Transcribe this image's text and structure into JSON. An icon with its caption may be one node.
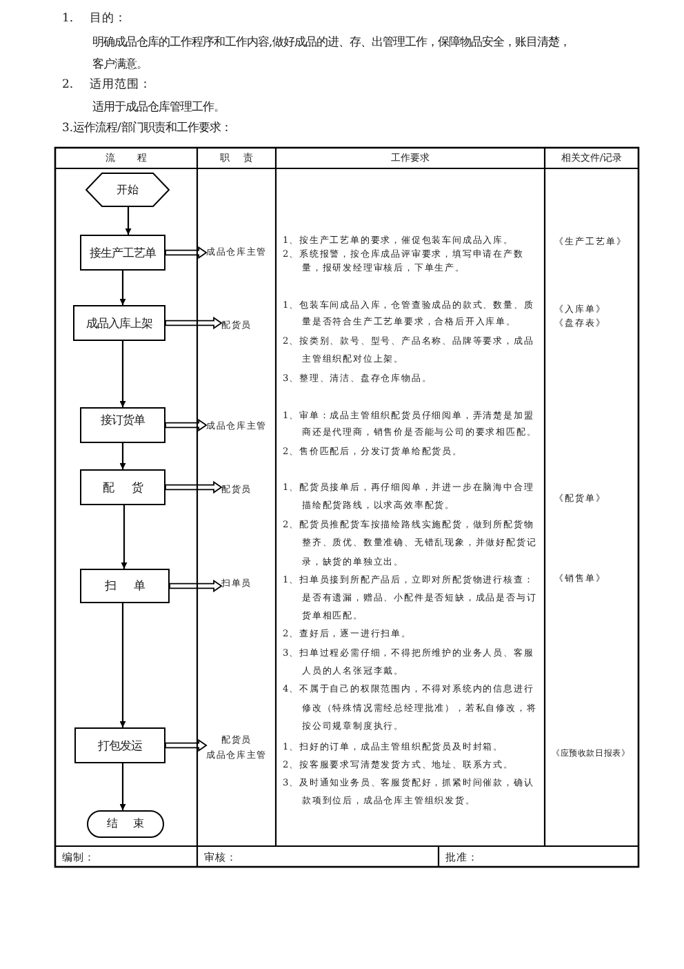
{
  "diagram": {
    "nodes": [
      {
        "text": [
          "开始"
        ]
      },
      {
        "text": [
          "接生产工艺单"
        ]
      },
      {
        "text": [
          "成品仓库主管"
        ]
      },
      {
        "text": [
          "成品入库上架"
        ]
      },
      {
        "text": [
          "配货员"
        ]
      },
      {
        "text": [
          "接订货单"
        ]
      },
      {
        "text": [
          "成品仓库主管"
        ]
      },
      {
        "text": [
          "配 货"
        ]
      },
      {
        "text": [
          "配货员"
        ]
      },
      {
        "text": [
          "扫 单"
        ]
      },
      {
        "text": [
          "扫单员"
        ]
      },
      {
        "text": [
          "打包发运"
        ]
      },
      {
        "text": [
          "配货员",
          "成品仓库主管"
        ]
      },
      {
        "text": [
          "结 束"
        ]
      }
    ],
    "edges": [
      {
        "from": 0,
        "to": 1,
        "arrow": "to"
      },
      {
        "from": 1,
        "to": 2,
        "arrow": "to",
        "style": "thick"
      },
      {
        "from": 1,
        "to": 3,
        "arrow": "to"
      },
      {
        "from": 3,
        "to": 4,
        "arrow": "to",
        "style": "thick"
      },
      {
        "from": 3,
        "to": 5,
        "arrow": "to"
      },
      {
        "from": 5,
        "to": 6,
        "arrow": "to",
        "style": "thick"
      },
      {
        "from": 5,
        "to": 7,
        "arrow": "to"
      },
      {
        "from": 7,
        "to": 8,
        "arrow": "to",
        "style": "thick"
      },
      {
        "from": 7,
        "to": 9,
        "arrow": "to"
      },
      {
        "from": 9,
        "to": 10,
        "arrow": "to",
        "style": "thick"
      },
      {
        "from": 9,
        "to": 11,
        "arrow": "to"
      },
      {
        "from": 11,
        "to": 12,
        "arrow": "to",
        "style": "thick"
      },
      {
        "from": 11,
        "to": 13,
        "arrow": "to"
      }
    ],
    "labels": [
      "1. 目的：",
      "明确成品仓库的工作程序和工作内容,做好成品的进、存、出管理工作，保障物品安全，账目清楚，客户满意。",
      "2. 适用范围：",
      "适用于成品仓库管理工作。",
      "3.运作流程/部门职责和工作要求：",
      "流 程",
      "职 责",
      "工作要求",
      "相关文件/记录",
      "1、按生产工艺单的要求，催促包装车间成品入库。",
      "2、系统报警，按仓库成品评审要求，填写申请在产数量，报研发经理审核后，下单生产。",
      "《生产工艺单》",
      "1、包装车间成品入库，仓管查验成品的款式、数量、质量是否符合生产工艺单要求，合格后开入库单。",
      "2、按类别、款号、型号、产品名称、品牌等要求，成品主管组织配对位上架。",
      "3、整理、清洁、盘存仓库物品。",
      "《入库单》",
      "《盘存表》",
      "1、审单：成品主管组织配货员仔细阅单，弄清楚是加盟商还是代理商，销售价是否能与公司的要求相匹配。",
      "2、售价匹配后，分发订货单给配货员。",
      "1、配货员接单后，再仔细阅单，并进一步在脑海中合理描绘配货路线，以求高效率配货。",
      "2、配货员推配货车按描绘路线实施配货，做到所配货物整齐、质优、数量准确、无错乱现象，并做好配货记录，缺货的单独立出。",
      "《配货单》",
      "1、扫单员接到所配产品后，立即对所配货物进行核查：是否有遗漏，赠品、小配件是否短缺，成品是否与订货单相匹配。",
      "2、查好后，逐一进行扫单。",
      "3、扫单过程必需仔细，不得把所维护的业务人员、客服人员的人名张冠李戴。",
      "4、不属于自己的权限范围内，不得对系统内的信息进行修改（特殊情况需经总经理批准），若私自修改，将按公司规章制度执行。",
      "《销售单》",
      "1、扫好的订单，成品主管组织配货员及时封箱。",
      "2、按客服要求写清楚发货方式、地址、联系方式。",
      "3、及时通知业务员、客服货配好，抓紧时间催款，确认款项到位后，成品仓库主管组织发货。",
      "《应预收款日报表》",
      "编制：",
      "审核：",
      "批准："
    ]
  }
}
